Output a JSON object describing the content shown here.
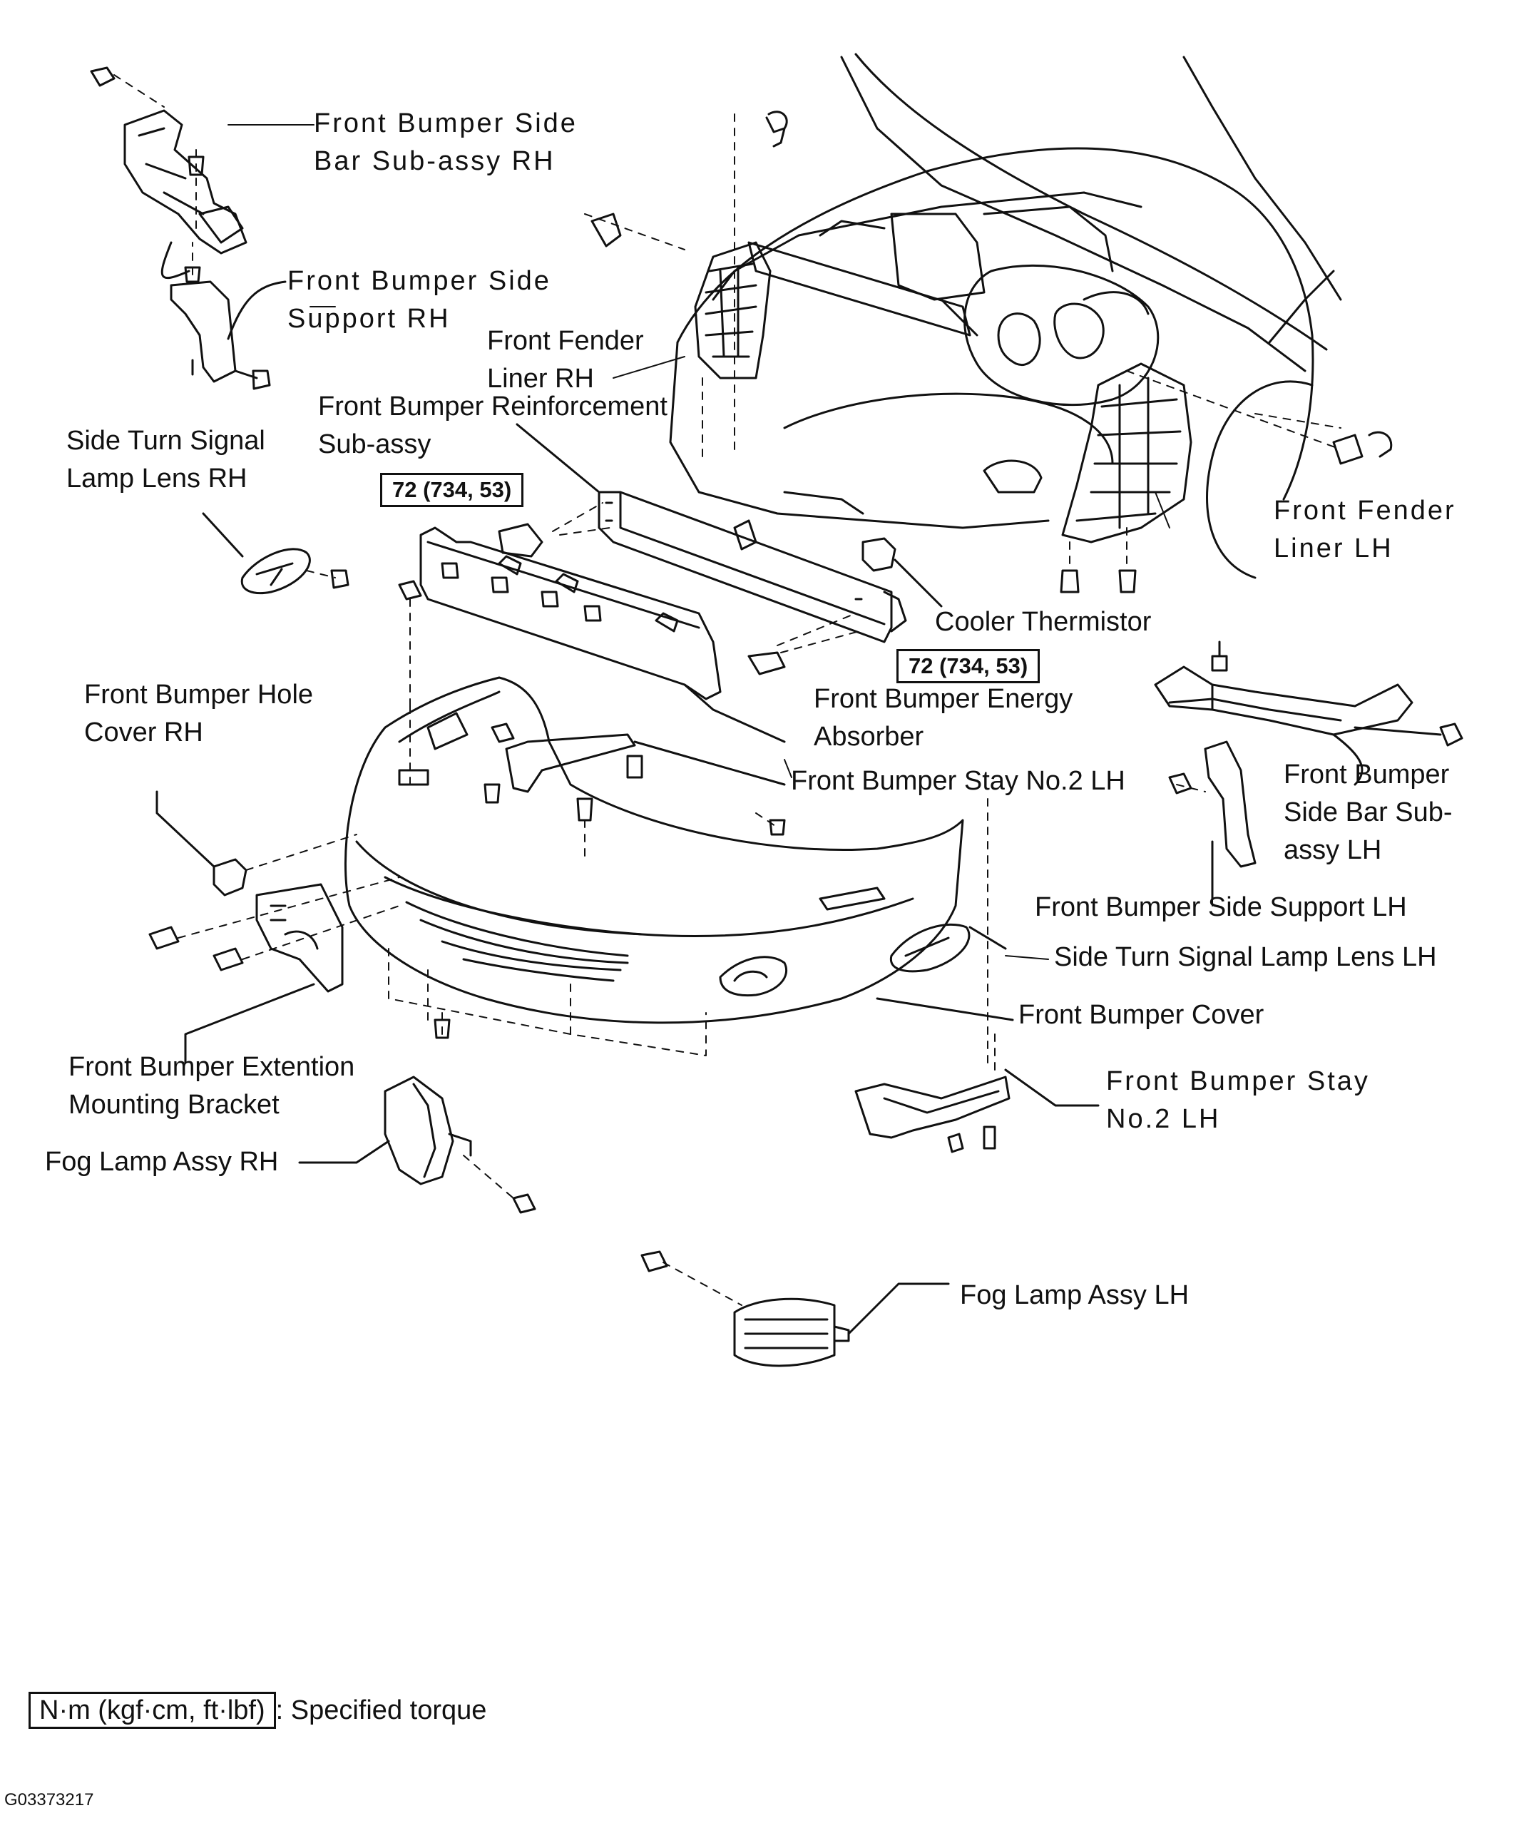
{
  "labels": {
    "side_bar_rh": [
      "Front Bumper Side",
      "Bar Sub-assy RH"
    ],
    "side_support_rh": [
      "Front Bumper Side",
      "Support RH"
    ],
    "fender_liner_rh": [
      "Front Fender",
      "Liner RH"
    ],
    "reinforcement": [
      "Front Bumper Reinforcement",
      "Sub-assy"
    ],
    "turn_lamp_rh": [
      "Side Turn Signal",
      "Lamp Lens RH"
    ],
    "fender_liner_lh": [
      "Front Fender",
      "Liner LH"
    ],
    "cooler_thermistor": "Cooler Thermistor",
    "energy_absorber": [
      "Front Bumper Energy",
      "Absorber"
    ],
    "hole_cover_rh": [
      "Front Bumper Hole",
      "Cover RH"
    ],
    "stay_no2_lh_upper": "Front Bumper Stay No.2 LH",
    "side_bar_lh": [
      "Front Bumper",
      "Side Bar Sub-",
      "assy LH"
    ],
    "side_support_lh": "Front Bumper Side Support LH",
    "turn_lamp_lh": "Side Turn Signal Lamp Lens LH",
    "bumper_cover": "Front Bumper Cover",
    "extension_bracket": [
      "Front Bumper Extention",
      "Mounting Bracket"
    ],
    "stay_no2_lh_lower": [
      "Front Bumper Stay",
      "No.2 LH"
    ],
    "fog_lamp_rh": "Fog Lamp Assy RH",
    "fog_lamp_lh": "Fog Lamp Assy LH"
  },
  "torque_specs": {
    "reinforcement_rh": "72 (734, 53)",
    "reinforcement_lh": "72 (734, 53)"
  },
  "legend": {
    "unit": "N·m (kgf·cm, ft·lbf)",
    "meaning": ": Specified torque"
  },
  "figure_code": "G03373217"
}
